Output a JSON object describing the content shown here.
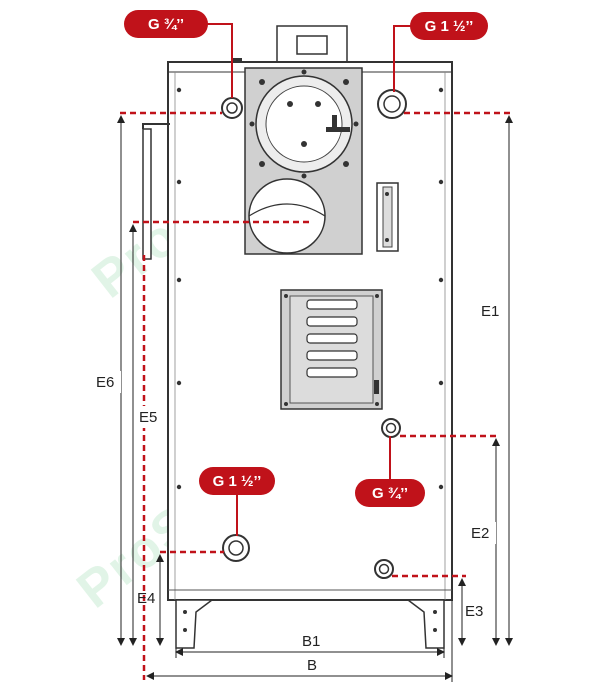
{
  "badges": {
    "top_left": "G ¾’’",
    "top_right": "G 1 ½’’",
    "bottom_left": "G 1 ½’’",
    "bottom_right": "G ¾’’"
  },
  "dimensions": {
    "e1": "E1",
    "e2": "E2",
    "e3": "E3",
    "e4": "E4",
    "e5": "E5",
    "e6": "E6",
    "b1": "B1",
    "b": "B"
  },
  "watermark": "ProSynergie",
  "colors": {
    "accent": "#c0121a",
    "outline": "#333333",
    "panel": "#d0d0d0"
  }
}
